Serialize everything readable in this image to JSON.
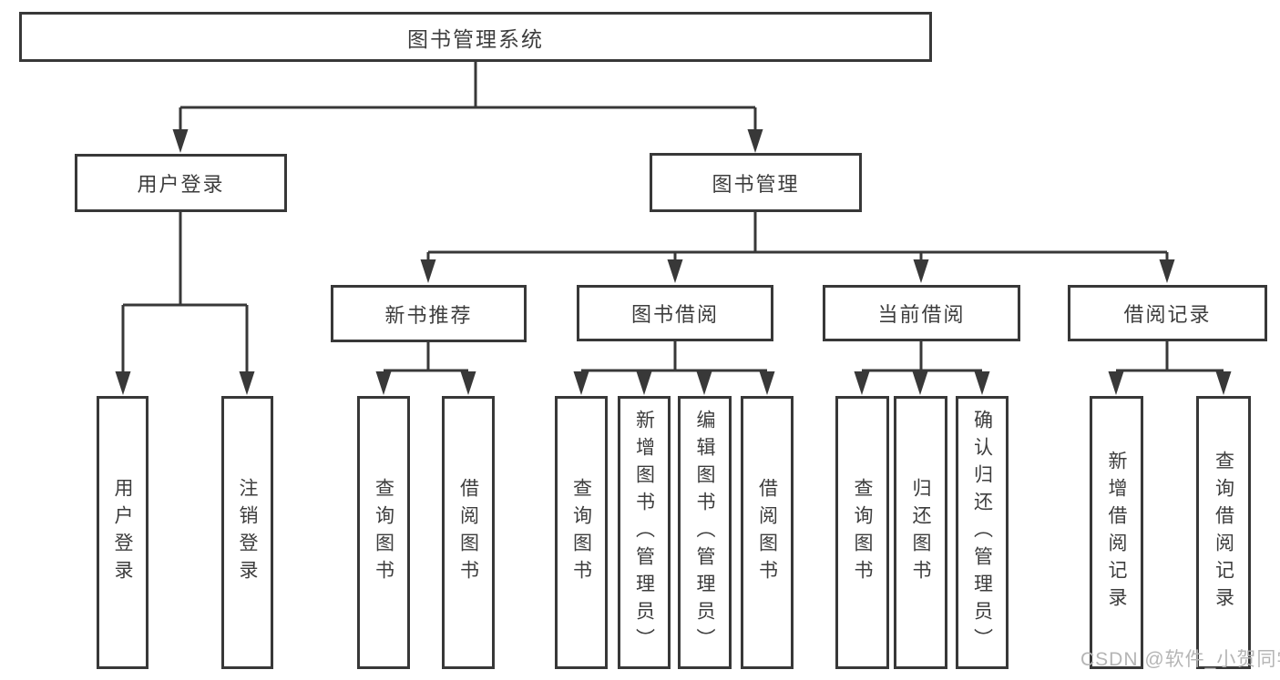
{
  "colors": {
    "line": "#383838",
    "text": "#3d3d3d",
    "background": "#ffffff",
    "watermark": "#b5b5b5"
  },
  "watermark": "CSDN @软件_小贺同学",
  "tree": {
    "root": {
      "label": "图书管理系统",
      "children": [
        {
          "label": "用户登录",
          "children": [
            {
              "label": "用户登录"
            },
            {
              "label": "注销登录"
            }
          ]
        },
        {
          "label": "图书管理",
          "children": [
            {
              "label": "新书推荐",
              "children": [
                {
                  "label": "查询图书"
                },
                {
                  "label": "借阅图书"
                }
              ]
            },
            {
              "label": "图书借阅",
              "children": [
                {
                  "label": "查询图书"
                },
                {
                  "label": "新增图书（管理员）"
                },
                {
                  "label": "编辑图书（管理员）"
                },
                {
                  "label": "借阅图书"
                }
              ]
            },
            {
              "label": "当前借阅",
              "children": [
                {
                  "label": "查询图书"
                },
                {
                  "label": "归还图书"
                },
                {
                  "label": "确认归还（管理员）"
                }
              ]
            },
            {
              "label": "借阅记录",
              "children": [
                {
                  "label": "新增借阅记录"
                },
                {
                  "label": "查询借阅记录"
                }
              ]
            }
          ]
        }
      ]
    }
  }
}
